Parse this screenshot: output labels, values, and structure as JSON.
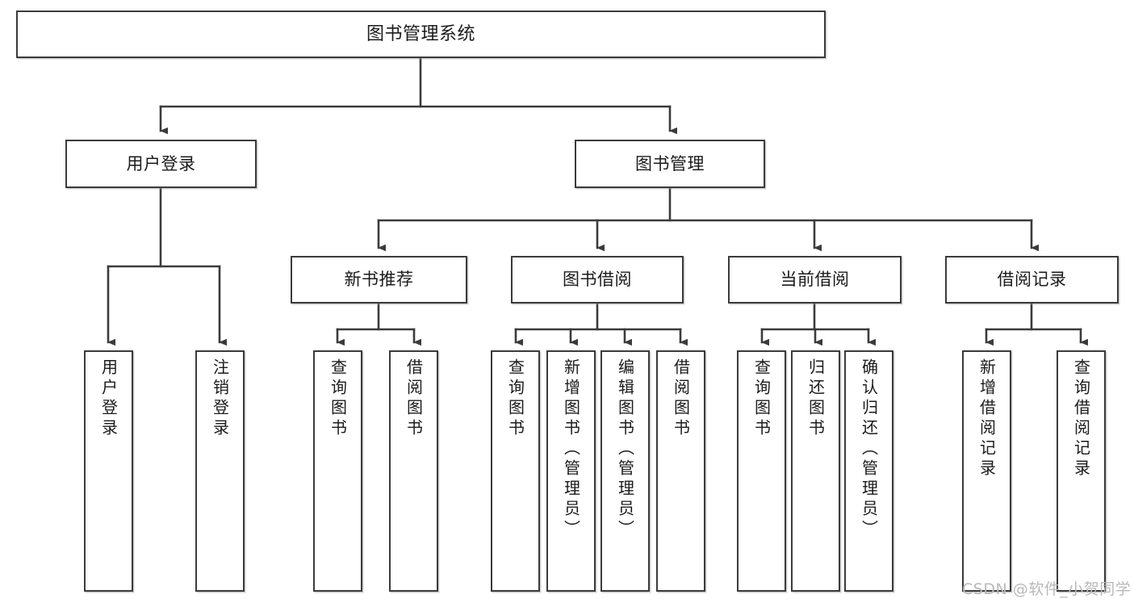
{
  "diagram": {
    "title": "图书管理系统",
    "type": "tree",
    "watermark": "CSDN @软件_小贺同学",
    "colors": {
      "box_border": "#3b3b3b",
      "box_fill": "#ffffff",
      "connector": "#3b3b3b",
      "text": "#1b1b1b",
      "watermark": "#b9b9b9"
    },
    "root": {
      "id": "root",
      "label": "图书管理系统"
    },
    "level2": [
      {
        "id": "user-login",
        "label": "用户登录"
      },
      {
        "id": "book-manage",
        "label": "图书管理"
      }
    ],
    "level3": [
      {
        "id": "new-book-recommend",
        "label": "新书推荐"
      },
      {
        "id": "book-borrow",
        "label": "图书借阅"
      },
      {
        "id": "current-borrow",
        "label": "当前借阅"
      },
      {
        "id": "borrow-record",
        "label": "借阅记录"
      }
    ],
    "leaves": {
      "user_login": [
        {
          "id": "leaf-user-login",
          "label": "用户登录"
        },
        {
          "id": "leaf-logout",
          "label": "注销登录"
        }
      ],
      "new_book_recommend": [
        {
          "id": "leaf-query-book-1",
          "label": "查询图书"
        },
        {
          "id": "leaf-borrow-book-1",
          "label": "借阅图书"
        }
      ],
      "book_borrow": [
        {
          "id": "leaf-query-book-2",
          "label": "查询图书"
        },
        {
          "id": "leaf-add-book",
          "label": "新增图书（管理员）"
        },
        {
          "id": "leaf-edit-book",
          "label": "编辑图书（管理员）"
        },
        {
          "id": "leaf-borrow-book-2",
          "label": "借阅图书"
        }
      ],
      "current_borrow": [
        {
          "id": "leaf-query-book-3",
          "label": "查询图书"
        },
        {
          "id": "leaf-return-book",
          "label": "归还图书"
        },
        {
          "id": "leaf-confirm-return",
          "label": "确认归还（管理员）"
        }
      ],
      "borrow_record": [
        {
          "id": "leaf-add-record",
          "label": "新增借阅记录"
        },
        {
          "id": "leaf-query-record",
          "label": "查询借阅记录"
        }
      ]
    }
  }
}
